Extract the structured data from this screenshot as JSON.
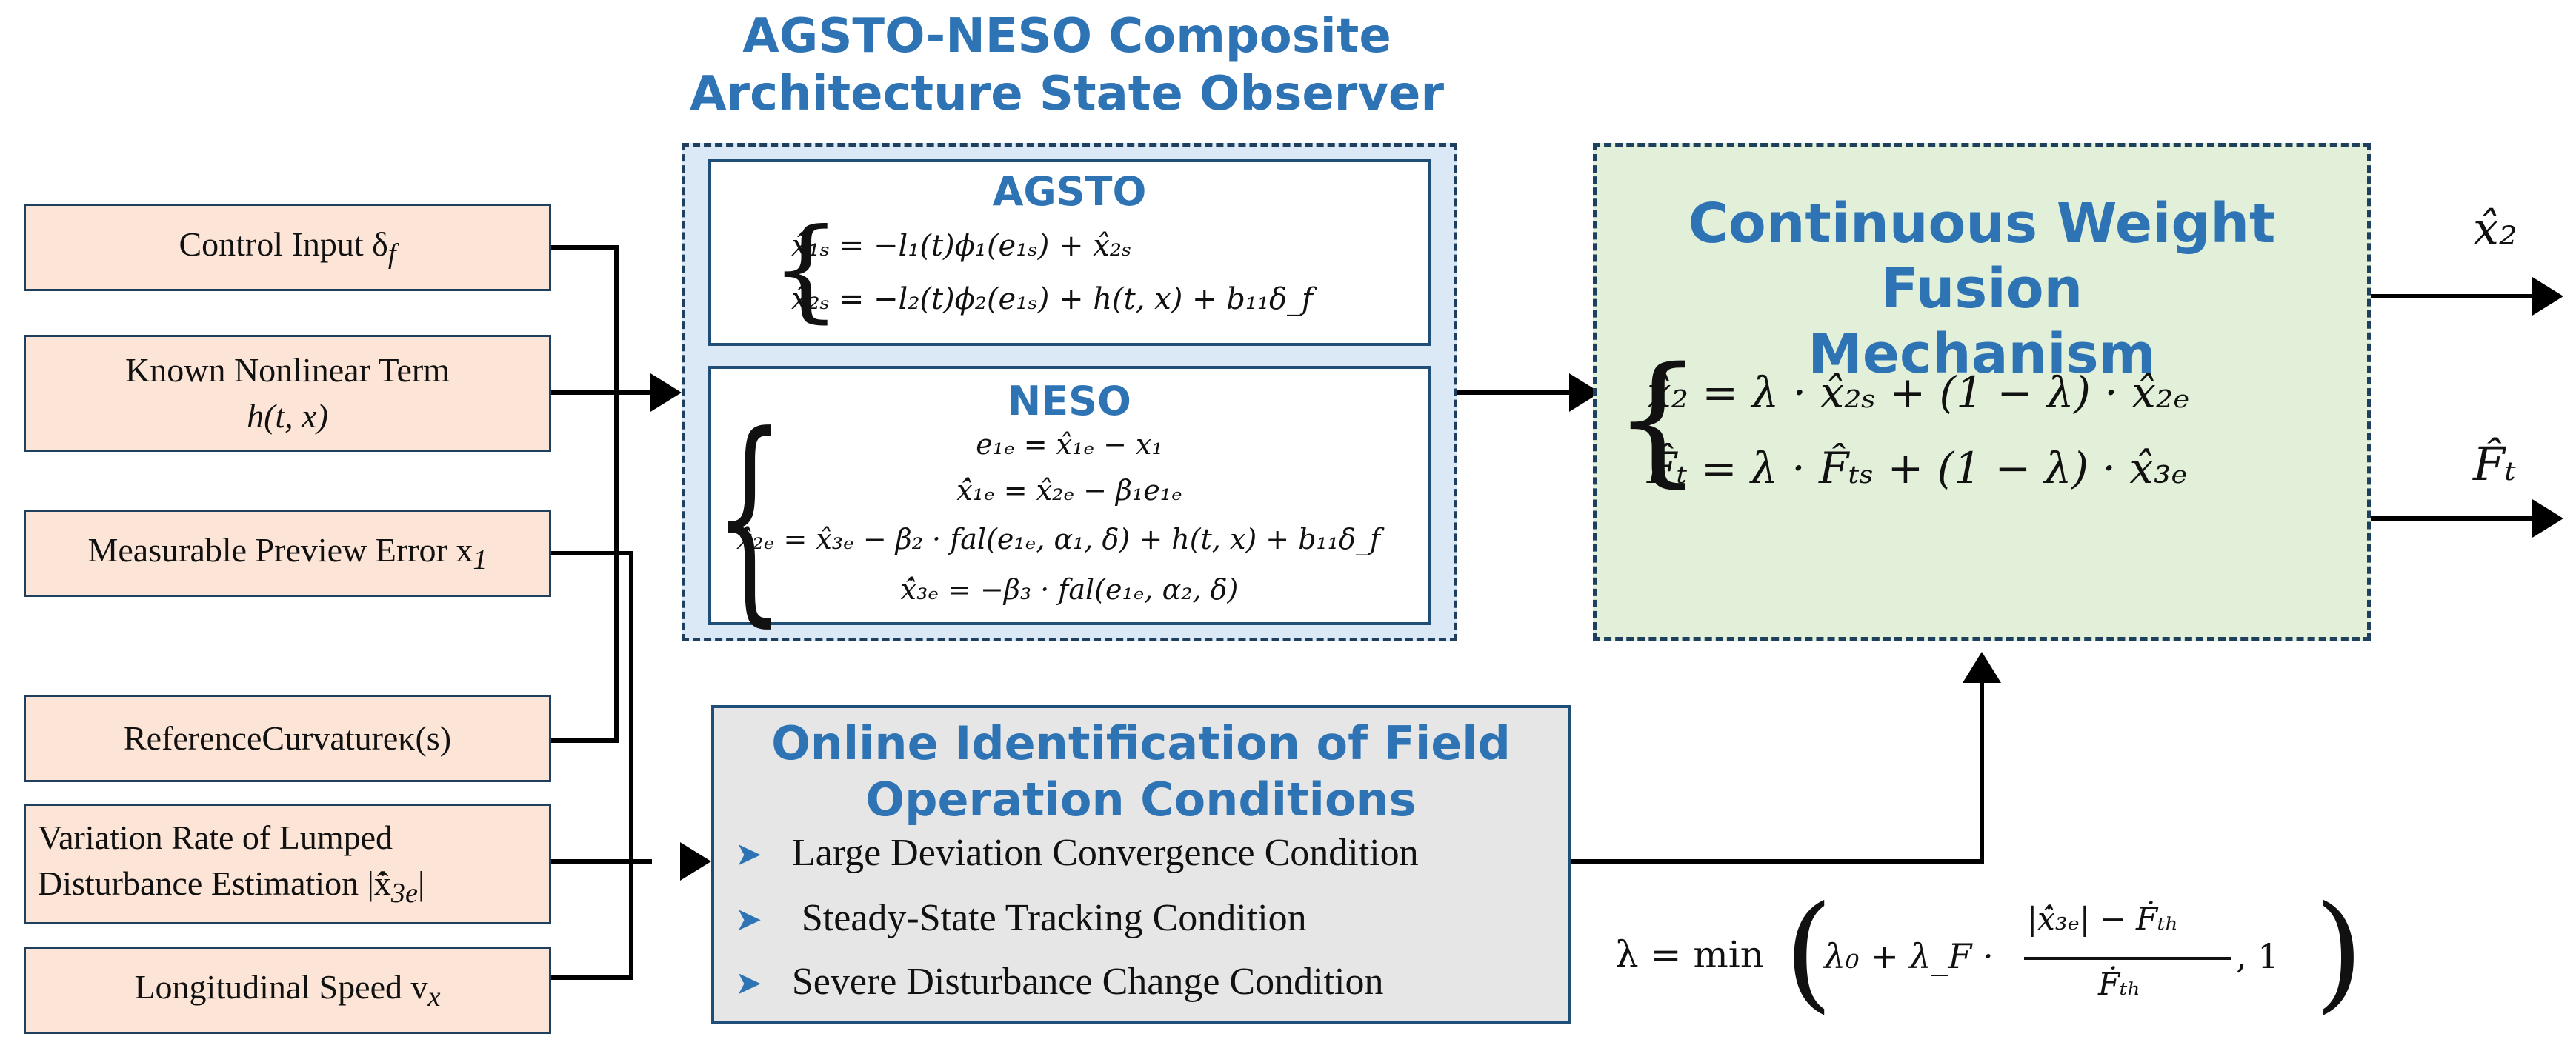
{
  "inputs": [
    {
      "label": "Control Input δ",
      "sub": "f"
    },
    {
      "line1": "Known Nonlinear Term",
      "line2": "h(t, x)"
    },
    {
      "label": "Measurable Preview Error  x",
      "sub": "1"
    },
    {
      "label": "ReferenceCurvatureκ(s)"
    },
    {
      "line1": "Variation Rate of Lumped",
      "line2": "Disturbance Estimation |x̂̇",
      "sub": "3e",
      "tail": "|"
    },
    {
      "label": "Longitudinal Speed v",
      "sub": "x"
    }
  ],
  "observer": {
    "title_line1": "AGSTO-NESO Composite",
    "title_line2": "Architecture State Observer",
    "agsto": {
      "title": "AGSTO",
      "eq1": "x̂̇₁ₛ = −l₁(t)ϕ₁(e₁ₛ) + x̂₂ₛ",
      "eq2": "x̂̇₂ₛ = −l₂(t)ϕ₂(e₁ₛ) + h(t, x) + b₁₁δ_f"
    },
    "neso": {
      "title": "NESO",
      "eq1": "e₁ₑ = x̂₁ₑ − x₁",
      "eq2": "x̂̇₁ₑ = x̂₂ₑ − β₁e₁ₑ",
      "eq3": "x̂̇₂ₑ = x̂₃ₑ − β₂ · fal(e₁ₑ, α₁, δ) + h(t, x) + b₁₁δ_f",
      "eq4": "x̂̇₃ₑ = −β₃ · fal(e₁ₑ, α₂, δ)"
    }
  },
  "fusion": {
    "title_line1": "Continuous Weight Fusion",
    "title_line2": "Mechanism",
    "eq1": "x̂₂ = λ · x̂₂ₛ + (1 − λ) · x̂₂ₑ",
    "eq2": "F̂ₜ = λ · F̂ₜₛ + (1 − λ) · x̂₃ₑ"
  },
  "outputs": {
    "out1": "x̂₂",
    "out2": "F̂ₜ"
  },
  "identification": {
    "title_line1": "Online Identification of Field",
    "title_line2": "Operation Conditions",
    "items": [
      "Large Deviation Convergence Condition",
      " Steady-State Tracking Condition",
      "Severe Disturbance Change Condition"
    ],
    "bullet_icon": "chevron-right"
  },
  "lambda_formula": {
    "lhs": "λ = min",
    "term": "λ₀ + λ_F ·",
    "numerator": "|x̂̇₃ₑ| − Ḟₜₕ",
    "denominator": "Ḟₜₕ",
    "tail": ",  1"
  },
  "colors": {
    "input_fill": "#fce4d6",
    "observer_fill": "#dbe8f6",
    "fusion_fill": "#e2f0d9",
    "condition_fill": "#e7e6e6",
    "title_blue": "#2e74b5",
    "border_navy": "#1f4e79"
  }
}
